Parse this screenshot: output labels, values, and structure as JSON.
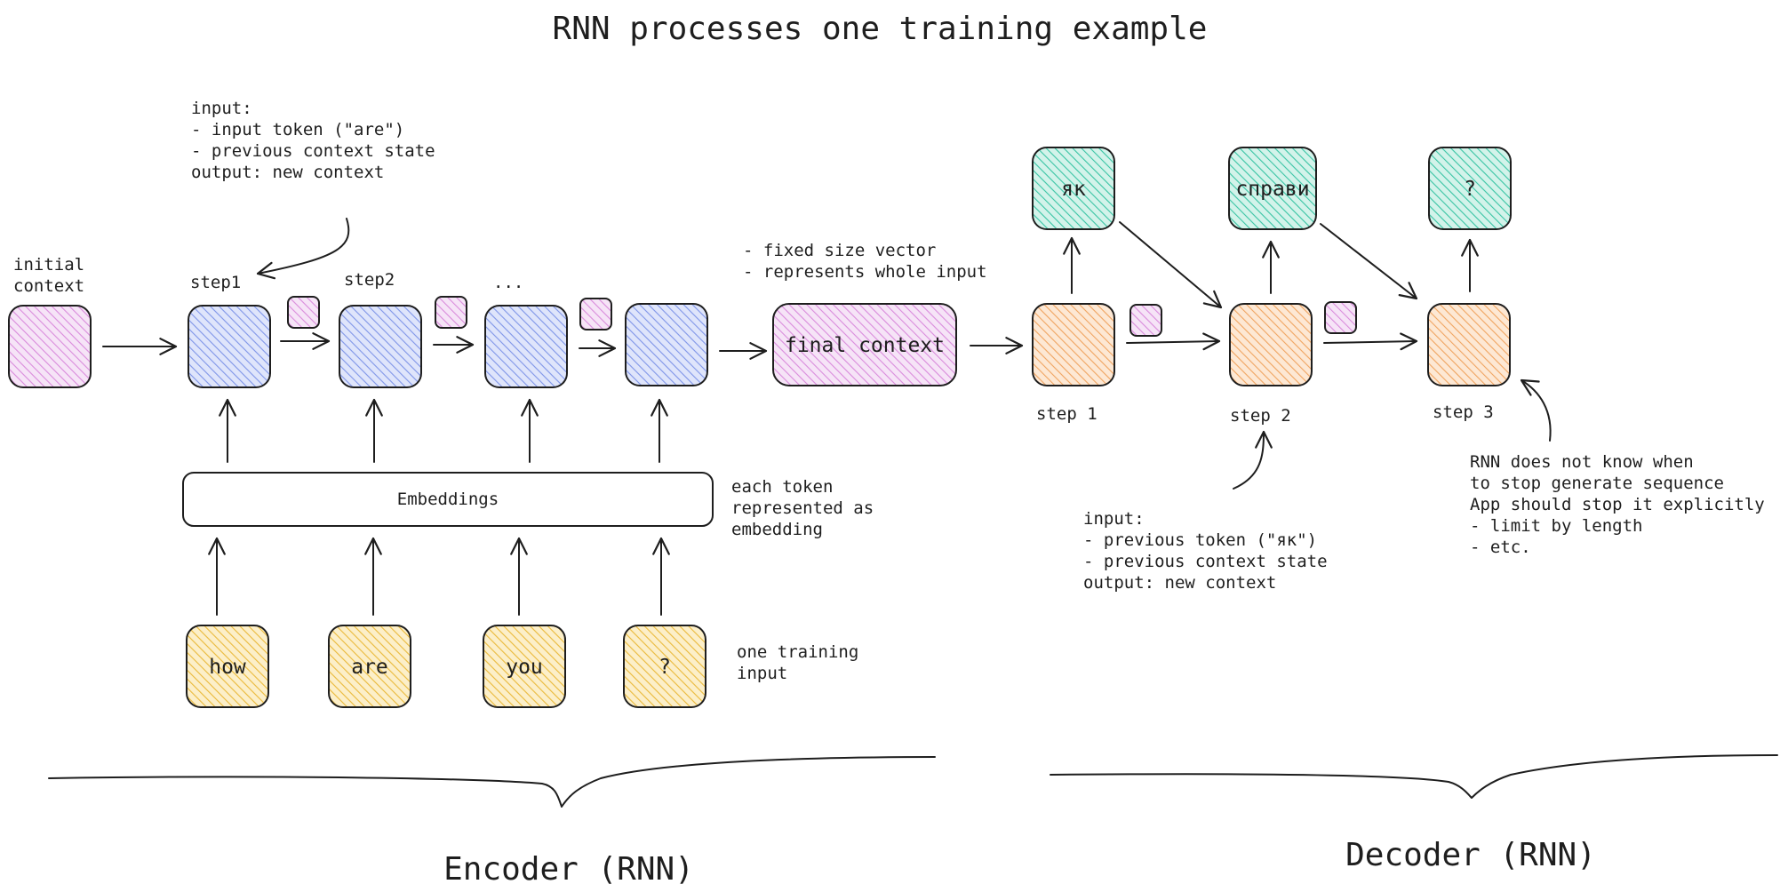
{
  "title": "RNN processes one training example",
  "colors": {
    "context": "#e6a3e8",
    "encoder": "#7f95e8",
    "decoder": "#f0a460",
    "output": "#39c4a4",
    "token": "#f2c24a",
    "stroke": "#1e1e1e"
  },
  "labels": {
    "initial_context": [
      "initial",
      "context"
    ],
    "step1": "step1",
    "step2": "step2",
    "step_ellipsis": "...",
    "dec_step1": "step 1",
    "dec_step2": "step 2",
    "dec_step3": "step 3"
  },
  "notes": {
    "encoder_step": [
      "input:",
      "- input token (\"are\")",
      "- previous context state",
      "",
      "output: new context"
    ],
    "final_context": [
      "- fixed size vector",
      "- represents whole input"
    ],
    "embedding": [
      "each token",
      "represented as",
      "embedding"
    ],
    "training_input": [
      "one training",
      "input"
    ],
    "decoder_step": [
      "input:",
      "- previous token (\"як\")",
      "- previous context state",
      "",
      "output: new context"
    ],
    "stop": [
      "RNN does not know when",
      "to stop generate sequence",
      "",
      "App should stop it explicitly",
      "- limit by length",
      "- etc."
    ]
  },
  "embeddings_label": "Embeddings",
  "final_context_label": "final context",
  "tokens": [
    "how",
    "are",
    "you",
    "?"
  ],
  "outputs": [
    "як",
    "справи",
    "?"
  ],
  "encoder_label": "Encoder (RNN)",
  "decoder_label": "Decoder (RNN)"
}
